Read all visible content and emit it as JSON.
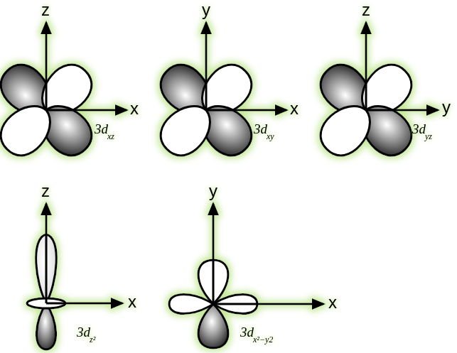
{
  "diagram": {
    "labels": [
      "z",
      "x",
      "3d",
      "xz",
      "y",
      "x",
      "3d",
      "xy",
      "z",
      "y",
      "3d",
      "yz",
      "z",
      "x",
      "3d",
      "z²",
      "y",
      "x",
      "3d",
      "x²−y2"
    ]
  }
}
